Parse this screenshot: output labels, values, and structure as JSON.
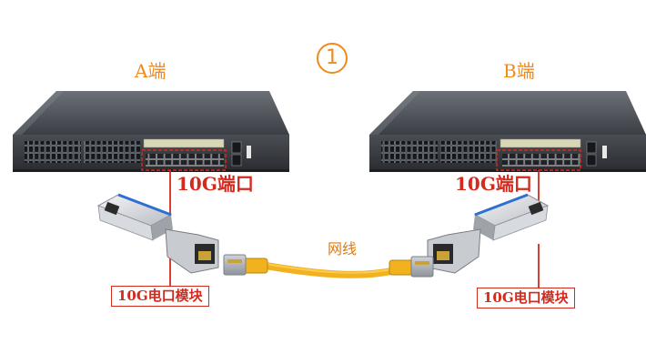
{
  "step_marker": "1",
  "end_a": {
    "label": "A端"
  },
  "end_b": {
    "label": "B端"
  },
  "port_label_a": "10G端口",
  "port_label_b": "10G端口",
  "cable_label": "网线",
  "module_label_a": "10G电口模块",
  "module_label_b": "10G电口模块",
  "colors": {
    "accent_orange": "#f08a1c",
    "annotation_red": "#d32a1e",
    "cable_yellow": "#f2b11f",
    "switch_body": "#3a3d42"
  }
}
